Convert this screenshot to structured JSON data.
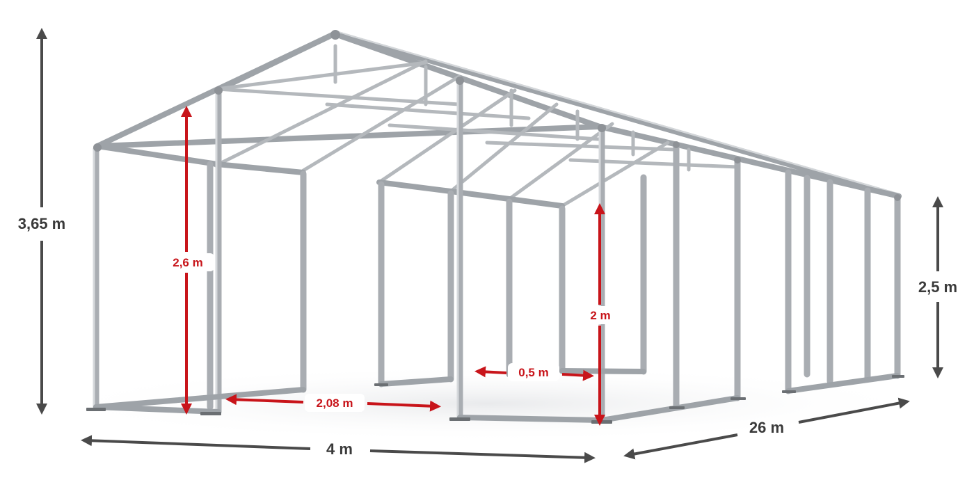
{
  "dimensions": {
    "total_height": "3,65 m",
    "width": "4 m",
    "length": "26 m",
    "side_height": "2,5 m",
    "front_gate_height": "2,6 m",
    "front_gate_width": "2,08 m",
    "side_passage_height": "2 m",
    "side_offset": "0,5 m"
  },
  "colors": {
    "dark_arrow": "#4a4a4a",
    "red_arrow": "#c8141a",
    "frame": "#a9adb2"
  }
}
